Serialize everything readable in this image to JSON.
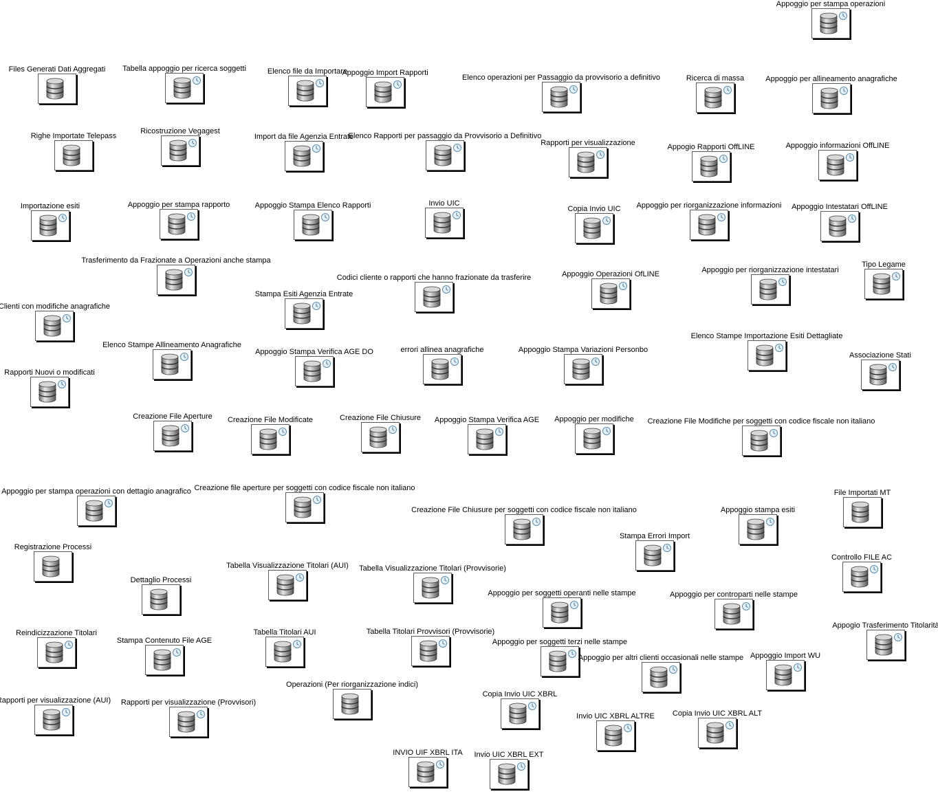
{
  "tables": [
    {
      "label": "Appoggio per stampa operazioni",
      "clock": true
    },
    {
      "label": "Files Generati Dati Aggregati",
      "clock": false
    },
    {
      "label": "Tabella appoggio per ricerca soggetti",
      "clock": true
    },
    {
      "label": "Elenco file da Importare",
      "clock": true
    },
    {
      "label": "Appoggio Import Rapporti",
      "clock": true
    },
    {
      "label": "Elenco operazioni per Passaggio da provvisorio a definitivo",
      "clock": true
    },
    {
      "label": "Ricerca di massa",
      "clock": true
    },
    {
      "label": "Appoggio per allineamento anagrafiche",
      "clock": true
    },
    {
      "label": "Righe Importate Telepass",
      "clock": false
    },
    {
      "label": "Ricostruzione Vegagest",
      "clock": true
    },
    {
      "label": "Import da file Agenzia Entrate",
      "clock": true
    },
    {
      "label": "Elenco Rapporti per passaggio da Provvisorio a Definitivo",
      "clock": true
    },
    {
      "label": "Rapporti per visualizzazione",
      "clock": true
    },
    {
      "label": "Appogio Rapporti OffLINE",
      "clock": true
    },
    {
      "label": "Appoggio informazioni OffLINE",
      "clock": true
    },
    {
      "label": "Importazione esiti",
      "clock": true
    },
    {
      "label": "Appoggio per stampa rapporto",
      "clock": true
    },
    {
      "label": "Appoggio Stampa Elenco Rapporti",
      "clock": true
    },
    {
      "label": "Invio UIC",
      "clock": true
    },
    {
      "label": "Copia Invio UIC",
      "clock": true
    },
    {
      "label": "Appoggio per riorganizzazione informazioni",
      "clock": true
    },
    {
      "label": "Appoggio Intestatari OffLINE",
      "clock": true
    },
    {
      "label": "Trasferimento da Frazionate a Operazioni anche stampa",
      "clock": true
    },
    {
      "label": "Codici cliente o rapporti che hanno frazionate da trasferire",
      "clock": true
    },
    {
      "label": "Appoggio Operazioni OfLINE",
      "clock": true
    },
    {
      "label": "Appoggio per riorganizzazione intestatari",
      "clock": true
    },
    {
      "label": "Tipo Legame",
      "clock": true
    },
    {
      "label": "Stampa Esiti Agenzia Entrate",
      "clock": true
    },
    {
      "label": "Clienti con modifiche anagrafiche",
      "clock": true
    },
    {
      "label": "Elenco Stampe Allineamento Anagrafiche",
      "clock": true
    },
    {
      "label": "Appoggio Stampa Verifica AGE DO",
      "clock": true
    },
    {
      "label": "errori allinea anagrafiche",
      "clock": true
    },
    {
      "label": "Appoggio Stampa Variazioni Personbo",
      "clock": true
    },
    {
      "label": "Elenco Stampe Importazione Esiti Dettagliate",
      "clock": true
    },
    {
      "label": "Associazione Stati",
      "clock": true
    },
    {
      "label": "Rapporti Nuovi o modificati",
      "clock": true
    },
    {
      "label": "Creazione File Aperture",
      "clock": true
    },
    {
      "label": "Creazione File Modificate",
      "clock": true
    },
    {
      "label": "Creazione File Chiusure",
      "clock": true
    },
    {
      "label": "Appoggio Stampa Verifica AGE",
      "clock": true
    },
    {
      "label": "Appoggio per modifiche",
      "clock": true
    },
    {
      "label": "Creazione File Modifiche per soggetti con codice fiscale non italiano",
      "clock": true
    },
    {
      "label": "Appoggio per stampa operazioni con dettagio anagrafico",
      "clock": true
    },
    {
      "label": "Creazione file aperture per soggetti con codice fiscale non italiano",
      "clock": true
    },
    {
      "label": "Creazione File Chiusure per soggetti con codice fiscale non italiano",
      "clock": true
    },
    {
      "label": "Appoggio stampa esiti",
      "clock": true
    },
    {
      "label": "File Importati MT",
      "clock": false
    },
    {
      "label": "Stampa Errori Import",
      "clock": true
    },
    {
      "label": "Registrazione Processi",
      "clock": false
    },
    {
      "label": "Controllo FILE AC",
      "clock": true
    },
    {
      "label": "Dettaglio Processi",
      "clock": false
    },
    {
      "label": "Tabella Visualizzazione Titolari (AUI)",
      "clock": true
    },
    {
      "label": "Tabella Visualizzazione Titolari (Provvisorie)",
      "clock": true
    },
    {
      "label": "Appoggio per soggetti operanti nelle stampe",
      "clock": true
    },
    {
      "label": "Appoggio per controparti nelle stampe",
      "clock": true
    },
    {
      "label": "Appogio Trasferimento Titolarità",
      "clock": true
    },
    {
      "label": "Reindicizzazione Titolari",
      "clock": true
    },
    {
      "label": "Stampa Contenuto File AGE",
      "clock": true
    },
    {
      "label": "Tabella Titolari AUI",
      "clock": true
    },
    {
      "label": "Tabella Titolari Provvisori (Provvisorie)",
      "clock": true
    },
    {
      "label": "Appoggio per soggetti terzi nelle stampe",
      "clock": true
    },
    {
      "label": "Appoggio per altri clienti occasionali nelle stampe",
      "clock": true
    },
    {
      "label": "Appoggio Import WU",
      "clock": true
    },
    {
      "label": "Rapporti per visualizzazione (AUI)",
      "clock": true
    },
    {
      "label": "Rapporti per visualizzazione (Provvisori)",
      "clock": true
    },
    {
      "label": "Operazioni (Per riorganizzazione indici)",
      "clock": false
    },
    {
      "label": "Copia Invio UIC XBRL",
      "clock": true
    },
    {
      "label": "Invio UIC XBRL ALTRE",
      "clock": true
    },
    {
      "label": "Copia Invio UIC XBRL ALT",
      "clock": true
    },
    {
      "label": "INVIO UIF XBRL ITA",
      "clock": true
    },
    {
      "label": "Invio UIC XBRL EXT",
      "clock": true
    }
  ]
}
